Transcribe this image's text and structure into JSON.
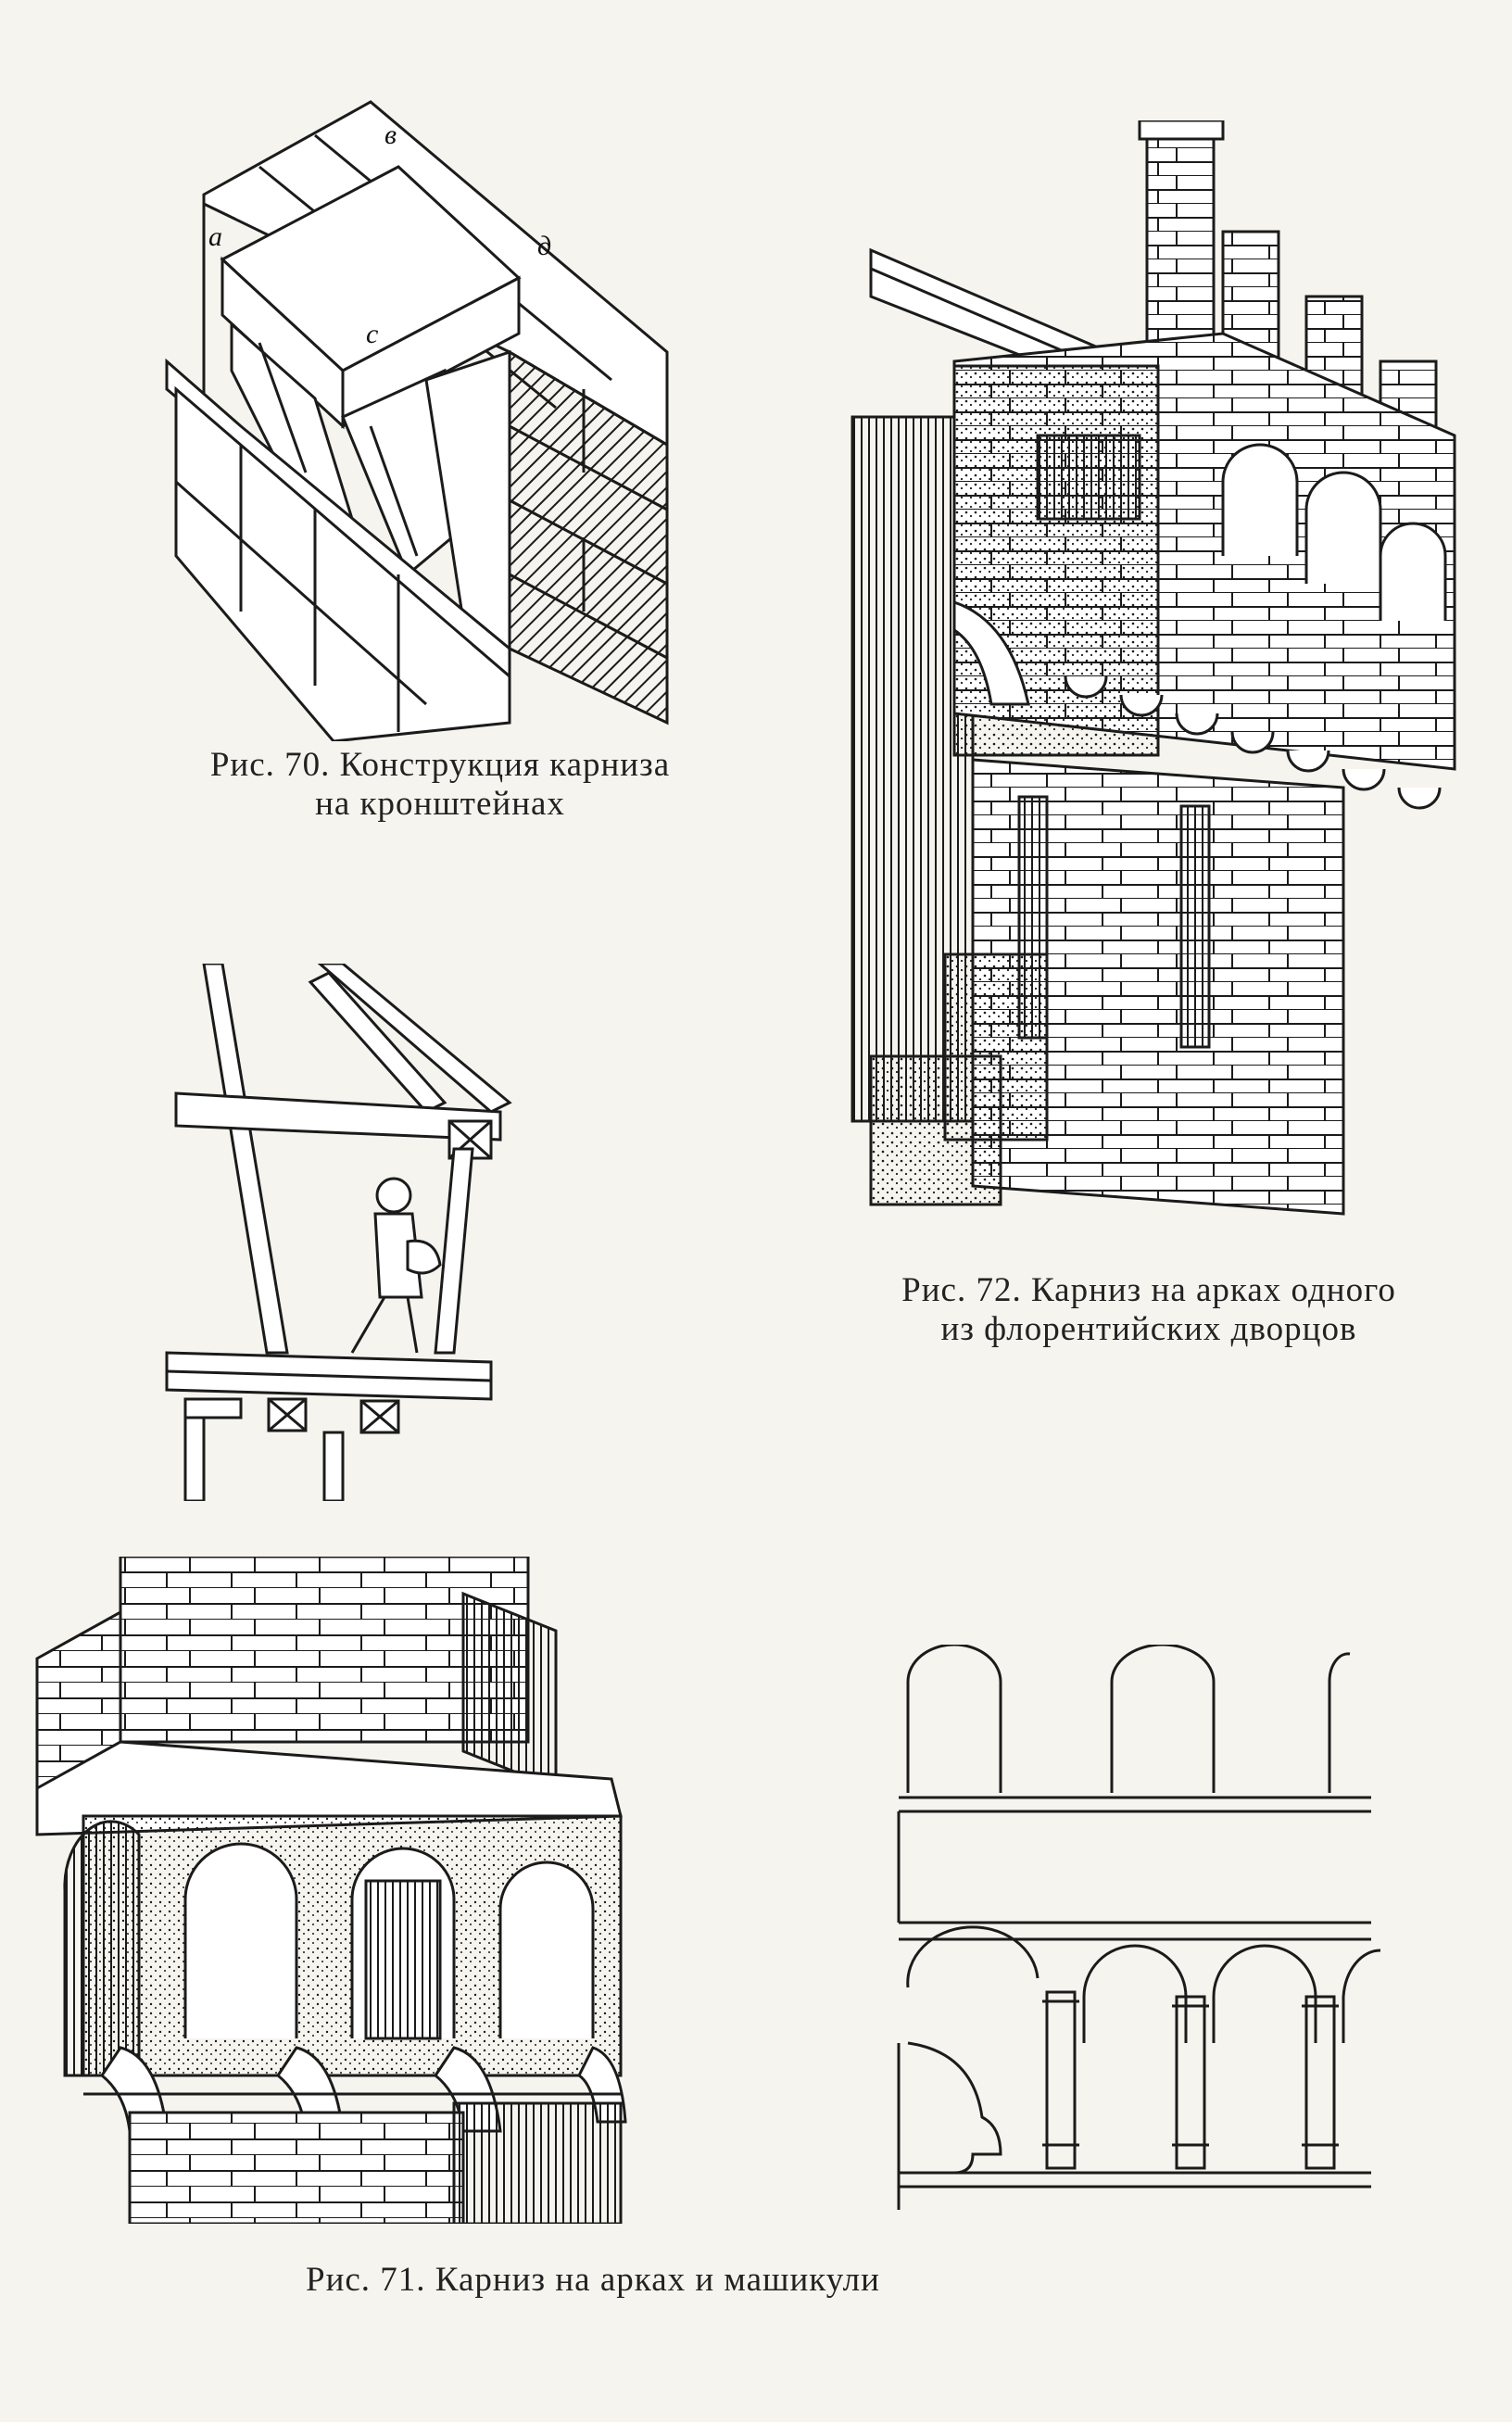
{
  "fig70": {
    "caption_line1": "Рис. 70. Конструкция карниза",
    "caption_line2": "на кронштейнах",
    "labels": {
      "a": "а",
      "v": "в",
      "d": "д",
      "c": "с"
    }
  },
  "fig72": {
    "caption_line1": "Рис. 72. Карниз на арках одного",
    "caption_line2": "из флорентийских дворцов"
  },
  "fig71": {
    "caption": "Рис. 71. Карниз на арках и машикули"
  }
}
